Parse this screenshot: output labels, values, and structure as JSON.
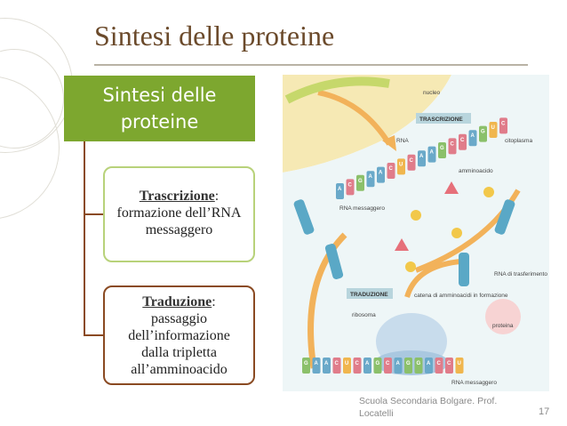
{
  "slide": {
    "title": "Sintesi delle proteine",
    "root": {
      "label": "Sintesi delle proteine"
    },
    "boxes": [
      {
        "head": "Trascrizione",
        "colon": ":",
        "body": "formazione dell’RNA messaggero"
      },
      {
        "head": "Traduzione",
        "colon": ":",
        "body": "passaggio dell’informazione dalla tripletta all’amminoacido"
      }
    ],
    "footer": "Scuola Secondaria Bolgare. Prof. Locatelli",
    "page_number": "17"
  },
  "diagram": {
    "labels": {
      "nucleo": "nucleo",
      "trascrizione": "TRASCRIZIONE",
      "rna": "RNA",
      "citoplasma": "citoplasma",
      "amminoacido": "amminoacido",
      "rna_messaggero_top": "RNA messaggero",
      "rna_trasferimento": "RNA di trasferimento",
      "traduzione": "TRADUZIONE",
      "catena": "catena di amminoacidi in formazione",
      "ribosoma": "ribosoma",
      "proteina": "proteina",
      "rna_messaggero_bottom": "RNA messaggero"
    },
    "top_strand_bases": [
      "A",
      "C",
      "G",
      "A",
      "A",
      "C",
      "U",
      "C",
      "A",
      "A",
      "G",
      "C",
      "C",
      "A",
      "G",
      "U",
      "C"
    ],
    "bottom_strand_bases": [
      "G",
      "A",
      "A",
      "C",
      "U",
      "C",
      "A",
      "G",
      "C",
      "A",
      "G",
      "G",
      "A",
      "C",
      "C",
      "U"
    ]
  },
  "colors": {
    "title": "#6b4a2b",
    "root_box": "#7da72f",
    "box1_border": "#b8d27a",
    "box2_border": "#8a4a22",
    "arrow": "#f2b25a"
  }
}
